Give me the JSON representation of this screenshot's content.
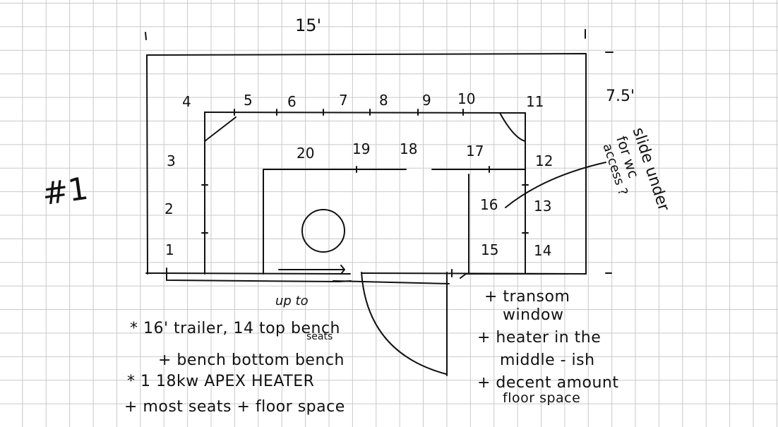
{
  "page_number": "#1",
  "dimensions": {
    "length": "15'",
    "width": "7.5'"
  },
  "seat_numbers": [
    "1",
    "2",
    "3",
    "4",
    "5",
    "6",
    "7",
    "8",
    "9",
    "10",
    "11",
    "12",
    "13",
    "14",
    "15",
    "16",
    "17",
    "18",
    "19",
    "20"
  ],
  "side_note": "slide under for wc access?",
  "side_note_lines": [
    "slide under",
    "for wc",
    "access ?"
  ],
  "left_notes": {
    "up_to": "up to",
    "line1_prefix": "* 16' trailer, 14 top bench",
    "seats": "seats",
    "line2": "+ bench bottom bench",
    "line3": "* 1 18kw APEX HEATER",
    "line4": "+ most seats + floor space"
  },
  "right_notes": {
    "line1": "+ transom",
    "line2": "window",
    "line3": "+ heater in the",
    "line4": "middle - ish",
    "line5": "+ decent amount",
    "line6": "floor space"
  }
}
